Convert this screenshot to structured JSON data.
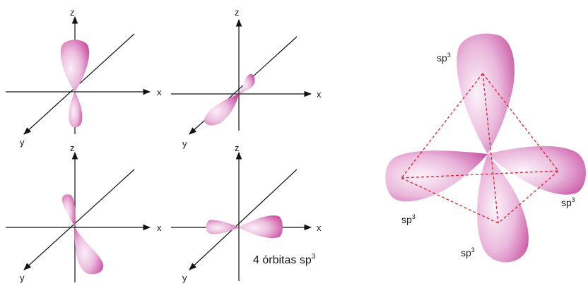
{
  "axes": {
    "x": "x",
    "y": "y",
    "z": "z"
  },
  "caption": {
    "number": "4 órbitas sp",
    "sup": "3"
  },
  "hybrid_label": {
    "base": "sp",
    "sup": "3"
  },
  "colors": {
    "lobe_light": "#f7e2f0",
    "lobe_mid": "#e4a6d2",
    "lobe_dark": "#c9489e",
    "tetra_dash": "#d8232a",
    "axis": "#111111"
  }
}
